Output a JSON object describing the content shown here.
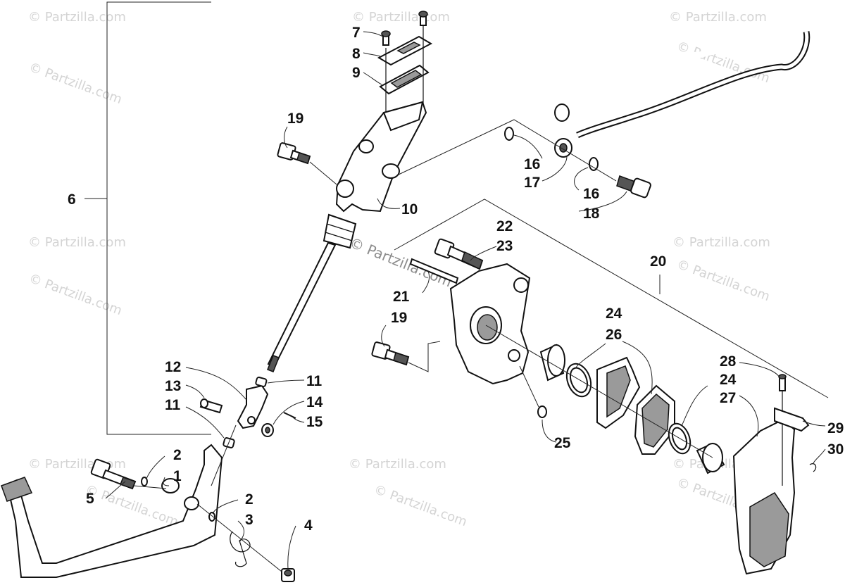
{
  "watermark": {
    "text": "© Partzilla.com",
    "center_text": "© Partzilla.com"
  },
  "callouts": {
    "c1": "1",
    "c2a": "2",
    "c2b": "2",
    "c3": "3",
    "c4": "4",
    "c5": "5",
    "c6": "6",
    "c7": "7",
    "c8": "8",
    "c9": "9",
    "c10": "10",
    "c11a": "11",
    "c11b": "11",
    "c12": "12",
    "c13": "13",
    "c14": "14",
    "c15": "15",
    "c16a": "16",
    "c16b": "16",
    "c17": "17",
    "c18": "18",
    "c19a": "19",
    "c19b": "19",
    "c20": "20",
    "c21": "21",
    "c22": "22",
    "c23": "23",
    "c24a": "24",
    "c24b": "24",
    "c25": "25",
    "c26": "26",
    "c27": "27",
    "c28": "28",
    "c29": "29",
    "c30": "30"
  }
}
